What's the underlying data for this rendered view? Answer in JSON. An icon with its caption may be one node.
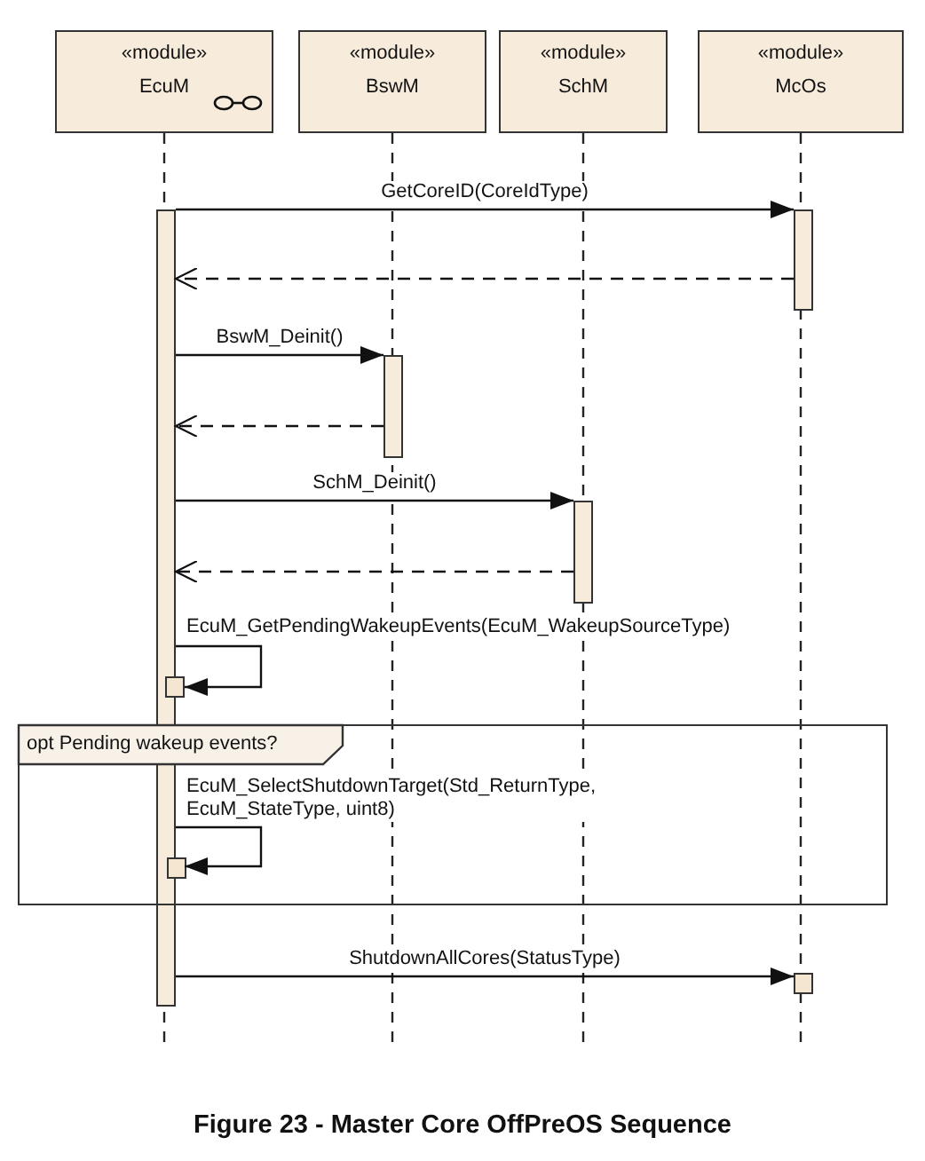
{
  "diagram": {
    "caption": "Figure 23 - Master Core OffPreOS Sequence",
    "nodes": [
      {
        "text": [
          "«module»",
          "EcuM"
        ]
      },
      {
        "text": [
          "«module»",
          "BswM"
        ]
      },
      {
        "text": [
          "«module»",
          "SchM"
        ]
      },
      {
        "text": [
          "«module»",
          "McOs"
        ]
      },
      {
        "text": [],
        "shape": "bar"
      },
      {
        "text": [],
        "shape": "bar"
      },
      {
        "text": [],
        "shape": "bar"
      },
      {
        "text": [],
        "shape": "bar"
      },
      {
        "text": [],
        "shape": "box"
      },
      {
        "text": [
          "opt Pending wakeup events?"
        ]
      },
      {
        "text": [],
        "shape": "box",
        "in": 9
      },
      {
        "text": [],
        "shape": "box"
      }
    ],
    "edges": [
      {
        "from": 4,
        "to": 5,
        "arrow": "to",
        "label": "GetCoreID(CoreIdType)"
      },
      {
        "from": 5,
        "to": 4,
        "arrow": "to",
        "style": "dashed"
      },
      {
        "from": 4,
        "to": 6,
        "arrow": "to",
        "label": "BswM_Deinit()"
      },
      {
        "from": 6,
        "to": 4,
        "arrow": "to",
        "style": "dashed"
      },
      {
        "from": 4,
        "to": 7,
        "arrow": "to",
        "label": "SchM_Deinit()"
      },
      {
        "from": 7,
        "to": 4,
        "arrow": "to",
        "style": "dashed"
      },
      {
        "from": 4,
        "to": 8,
        "arrow": "to",
        "label": "EcuM_GetPendingWakeupEvents(EcuM_WakeupSourceType)"
      },
      {
        "from": 4,
        "to": 10,
        "arrow": "to",
        "label": "EcuM_SelectShutdownTarget(Std_ReturnType, EcuM_StateType, uint8)"
      },
      {
        "from": 4,
        "to": 11,
        "arrow": "to",
        "label": "ShutdownAllCores(StatusType)"
      }
    ]
  }
}
